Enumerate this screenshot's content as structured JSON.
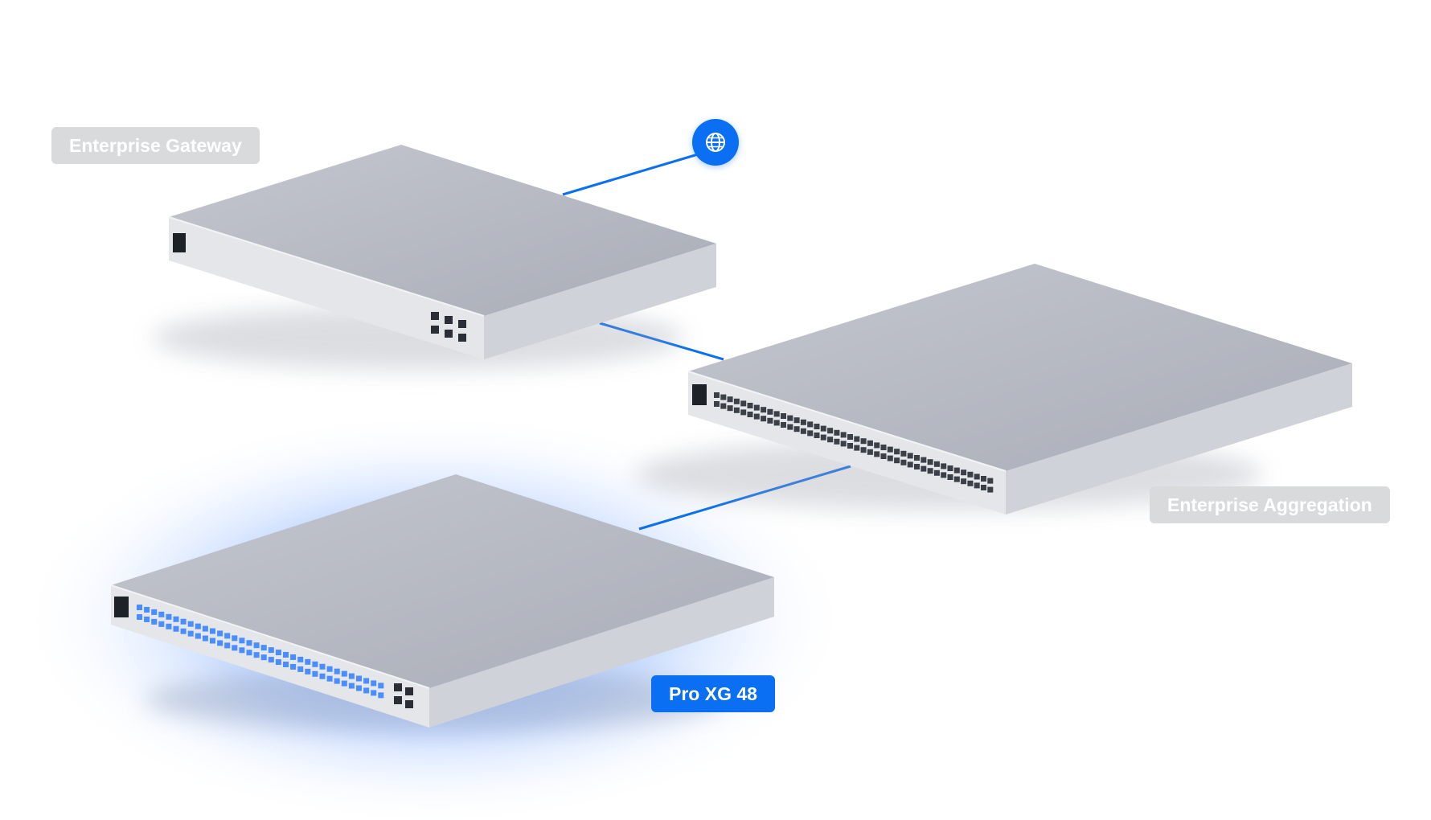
{
  "labels": {
    "gateway": "Enterprise Gateway",
    "aggregation": "Enterprise Aggregation",
    "pro_xg": "Pro XG 48"
  },
  "globe": {
    "icon": "globe-icon"
  },
  "colors": {
    "accent": "#0a6ff2",
    "label_muted_bg": "#d9dadc",
    "label_text": "#ffffff",
    "device_top": "#b5b8c2",
    "device_front": "#e4e6ea",
    "device_side": "#cfd2d8",
    "glow": "#2f7bff"
  }
}
